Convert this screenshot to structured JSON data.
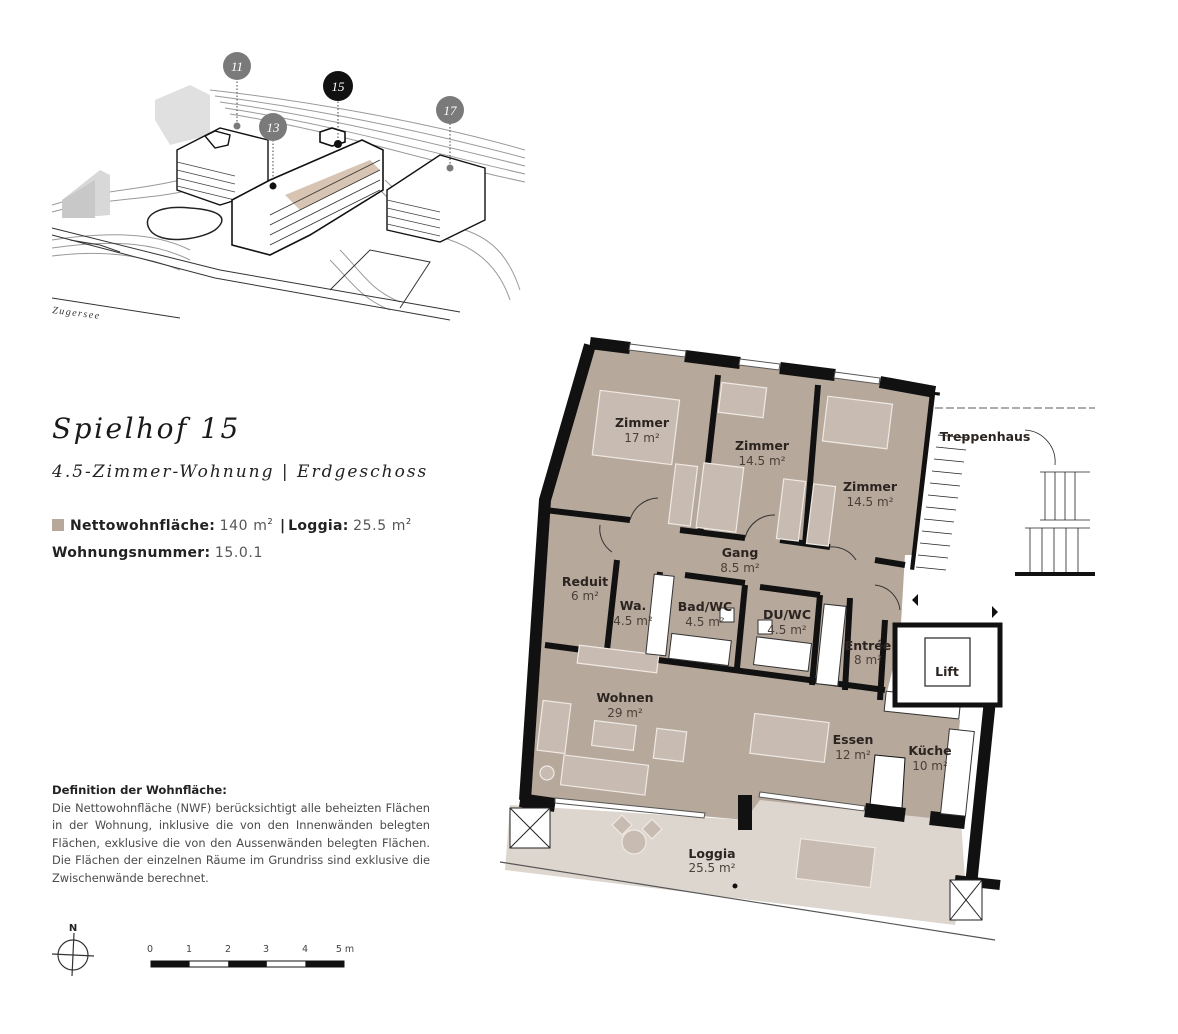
{
  "site_plan": {
    "buildings": [
      {
        "number": "11",
        "highlighted": false
      },
      {
        "number": "13",
        "highlighted": false
      },
      {
        "number": "15",
        "highlighted": true
      },
      {
        "number": "17",
        "highlighted": false
      }
    ],
    "lake_label": "Zugersee"
  },
  "header": {
    "title": "Spielhof 15",
    "subtitle": "4.5-Zimmer-Wohnung | Erdgeschoss"
  },
  "facts": {
    "net_area_label": "Nettowohnfläche:",
    "net_area_value": "140 m",
    "separator": "|",
    "loggia_label": "Loggia:",
    "loggia_value": "25.5 m",
    "unit_label": "Wohnungsnummer:",
    "unit_value": "15.0.1",
    "squared": "2"
  },
  "definition": {
    "heading": "Definition der Wohnfläche:",
    "text": "Die Nettowohnfläche (NWF) berücksichtigt alle beheizten Flächen in der Wohnung, inklusive die von den Innenwänden belegten Flächen, exklusive die von den Aussenwänden belegten Flächen. Die Flächen der einzelnen Räume im Grundriss sind exklusive die Zwischenwände berechnet."
  },
  "north_arrow": {
    "label": "N"
  },
  "scale_bar": {
    "ticks": [
      "0",
      "1",
      "2",
      "3",
      "4",
      "5 m"
    ]
  },
  "floor_plan": {
    "rooms": [
      {
        "name": "Zimmer",
        "area": "17 m²"
      },
      {
        "name": "Zimmer",
        "area": "14.5 m²"
      },
      {
        "name": "Zimmer",
        "area": "14.5 m²"
      },
      {
        "name": "Gang",
        "area": "8.5 m²"
      },
      {
        "name": "Reduit",
        "area": "6 m²"
      },
      {
        "name": "Wa.",
        "area": "4.5 m²"
      },
      {
        "name": "Bad/WC",
        "area": "4.5 m²"
      },
      {
        "name": "DU/WC",
        "area": "4.5 m²"
      },
      {
        "name": "Entrée",
        "area": "8 m²"
      },
      {
        "name": "Wohnen",
        "area": "29 m²"
      },
      {
        "name": "Essen",
        "area": "12 m²"
      },
      {
        "name": "Küche",
        "area": "10 m²"
      },
      {
        "name": "Loggia",
        "area": "25.5 m²"
      }
    ],
    "common": {
      "stairs": "Treppenhaus",
      "lift": "Lift"
    }
  },
  "colors": {
    "room_fill": "#b7a89c",
    "loggia_fill": "#ddd6cf",
    "wall": "#111111",
    "highlight_fill": "#c9b09a",
    "marker_dark": "#111111",
    "marker_grey": "#7a7a7a"
  }
}
